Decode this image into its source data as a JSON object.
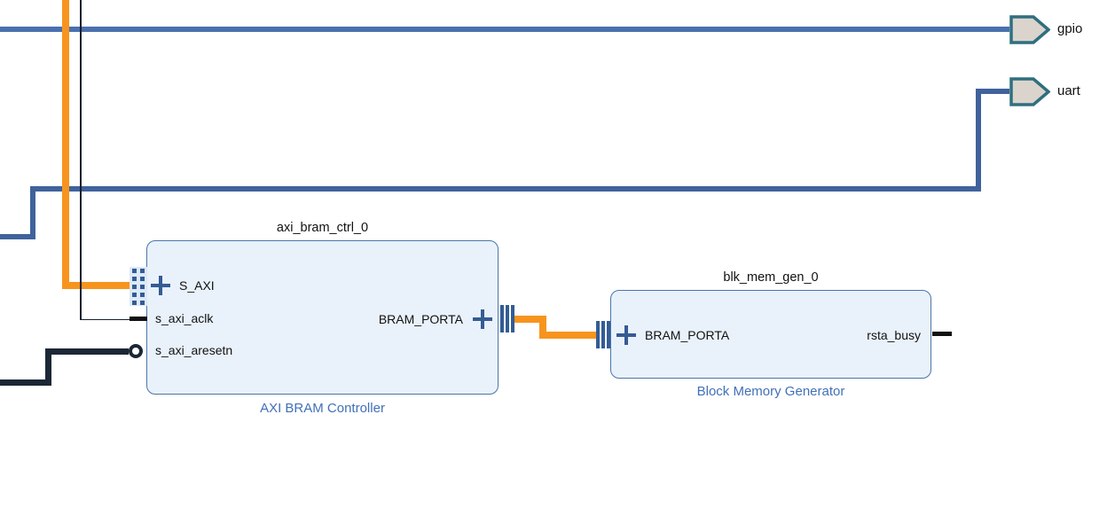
{
  "blocks": {
    "axi_bram_ctrl": {
      "instance_name": "axi_bram_ctrl_0",
      "type_label": "AXI BRAM Controller",
      "pins": {
        "s_axi": "S_AXI",
        "s_axi_aclk": "s_axi_aclk",
        "s_axi_aresetn": "s_axi_aresetn",
        "bram_porta": "BRAM_PORTA"
      }
    },
    "blk_mem_gen": {
      "instance_name": "blk_mem_gen_0",
      "type_label": "Block Memory Generator",
      "pins": {
        "bram_porta": "BRAM_PORTA",
        "rsta_busy": "rsta_busy"
      }
    }
  },
  "external_ports": {
    "gpio": "gpio",
    "uart": "uart"
  },
  "colors": {
    "interface_wire": "#F7941E",
    "gpio_wire": "#4A70AE",
    "uart_wire": "#40629C",
    "reset_wire": "#1C2736",
    "clk_wire": "#16202E",
    "stub_black": "#111111",
    "block_fill": "#E9F1FB",
    "block_border": "#4B76A9",
    "block_type_label": "#4170B8",
    "port_fill": "#DBD4CD",
    "port_border": "#2E6F7F",
    "pin_accent": "#345C94"
  }
}
